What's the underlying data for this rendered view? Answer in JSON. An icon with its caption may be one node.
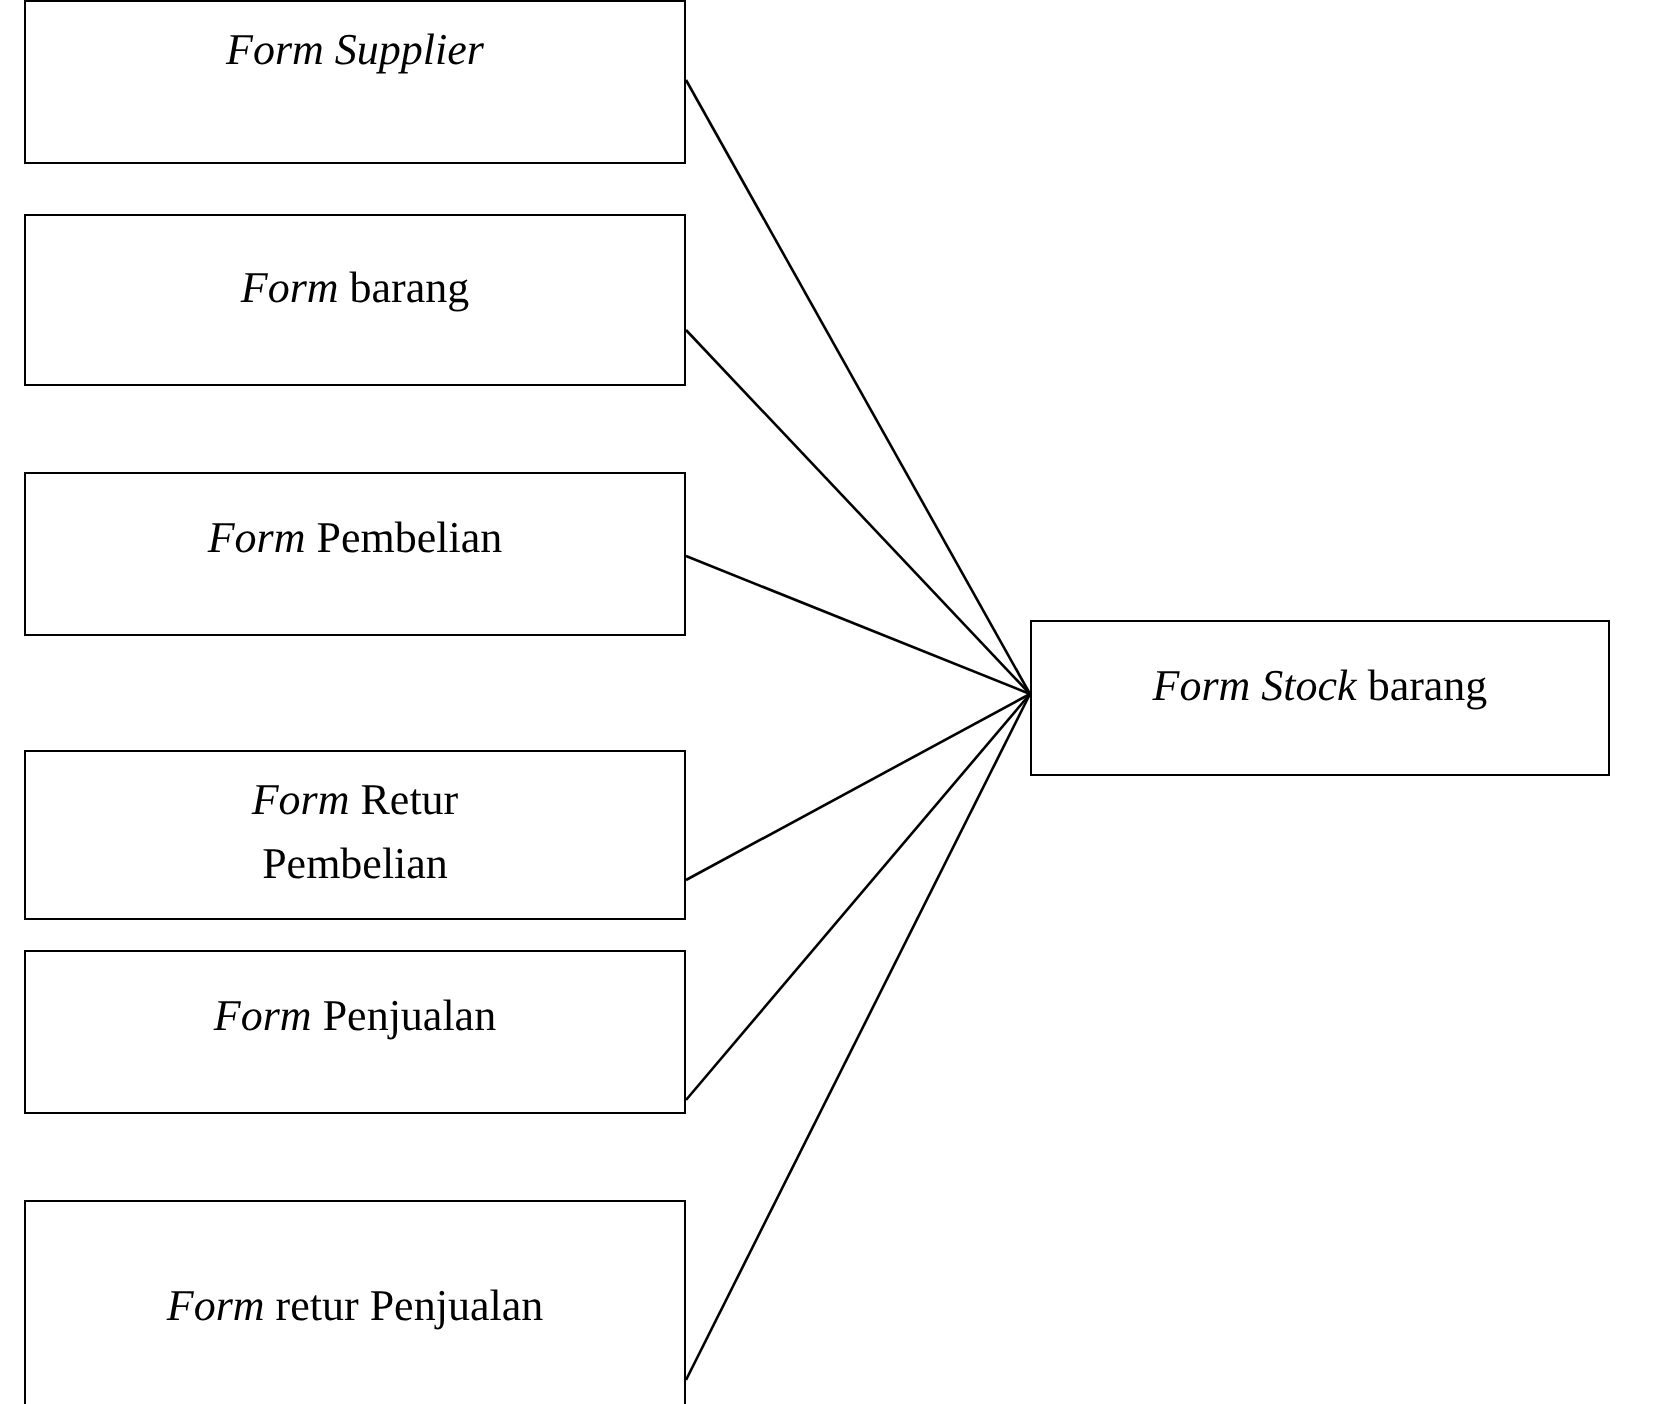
{
  "diagram": {
    "nodes": [
      {
        "text": [
          "*Form Supplier*"
        ]
      },
      {
        "text": [
          "*Form* barang"
        ]
      },
      {
        "text": [
          "*Form* Pembelian"
        ]
      },
      {
        "text": [
          "*Form* Retur Pembelian"
        ]
      },
      {
        "text": [
          "*Form* Penjualan"
        ]
      },
      {
        "text": [
          "*Form* retur Penjualan"
        ]
      },
      {
        "text": [
          "*Form Stock* barang"
        ]
      }
    ],
    "edges": [
      {
        "from": 0,
        "to": 6,
        "arrow": "none"
      },
      {
        "from": 1,
        "to": 6,
        "arrow": "none"
      },
      {
        "from": 2,
        "to": 6,
        "arrow": "none"
      },
      {
        "from": 3,
        "to": 6,
        "arrow": "none"
      },
      {
        "from": 4,
        "to": 6,
        "arrow": "none"
      },
      {
        "from": 5,
        "to": 6,
        "arrow": "none"
      }
    ]
  }
}
